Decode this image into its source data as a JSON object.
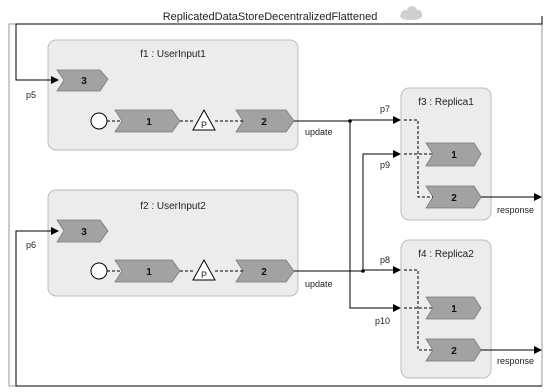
{
  "diagram": {
    "title": "ReplicatedDataStoreDecentralizedFlattened",
    "blocks": {
      "f1": {
        "title": "f1 : UserInput1",
        "in_num": "3",
        "a_num": "1",
        "b_num": "2",
        "p_label": "P",
        "out_label": "update",
        "port_label": "p5"
      },
      "f2": {
        "title": "f2 : UserInput2",
        "in_num": "3",
        "a_num": "1",
        "b_num": "2",
        "p_label": "P",
        "out_label": "update",
        "port_label": "p6"
      },
      "f3": {
        "title": "f3 : Replica1",
        "a_num": "1",
        "b_num": "2",
        "out_label": "response",
        "port_top": "p7",
        "port_bottom": "p9"
      },
      "f4": {
        "title": "f4 : Replica2",
        "a_num": "1",
        "b_num": "2",
        "out_label": "response",
        "port_top": "p8",
        "port_bottom": "p10"
      }
    },
    "colors": {
      "block_fill": "#ececec",
      "block_stroke": "#bdbdbd",
      "chevron_fill": "#a2a2a2",
      "chevron_stroke": "#7a7a7a",
      "outer_stroke": "#999999"
    },
    "icons": {
      "title_icon": "cloud-icon"
    }
  }
}
